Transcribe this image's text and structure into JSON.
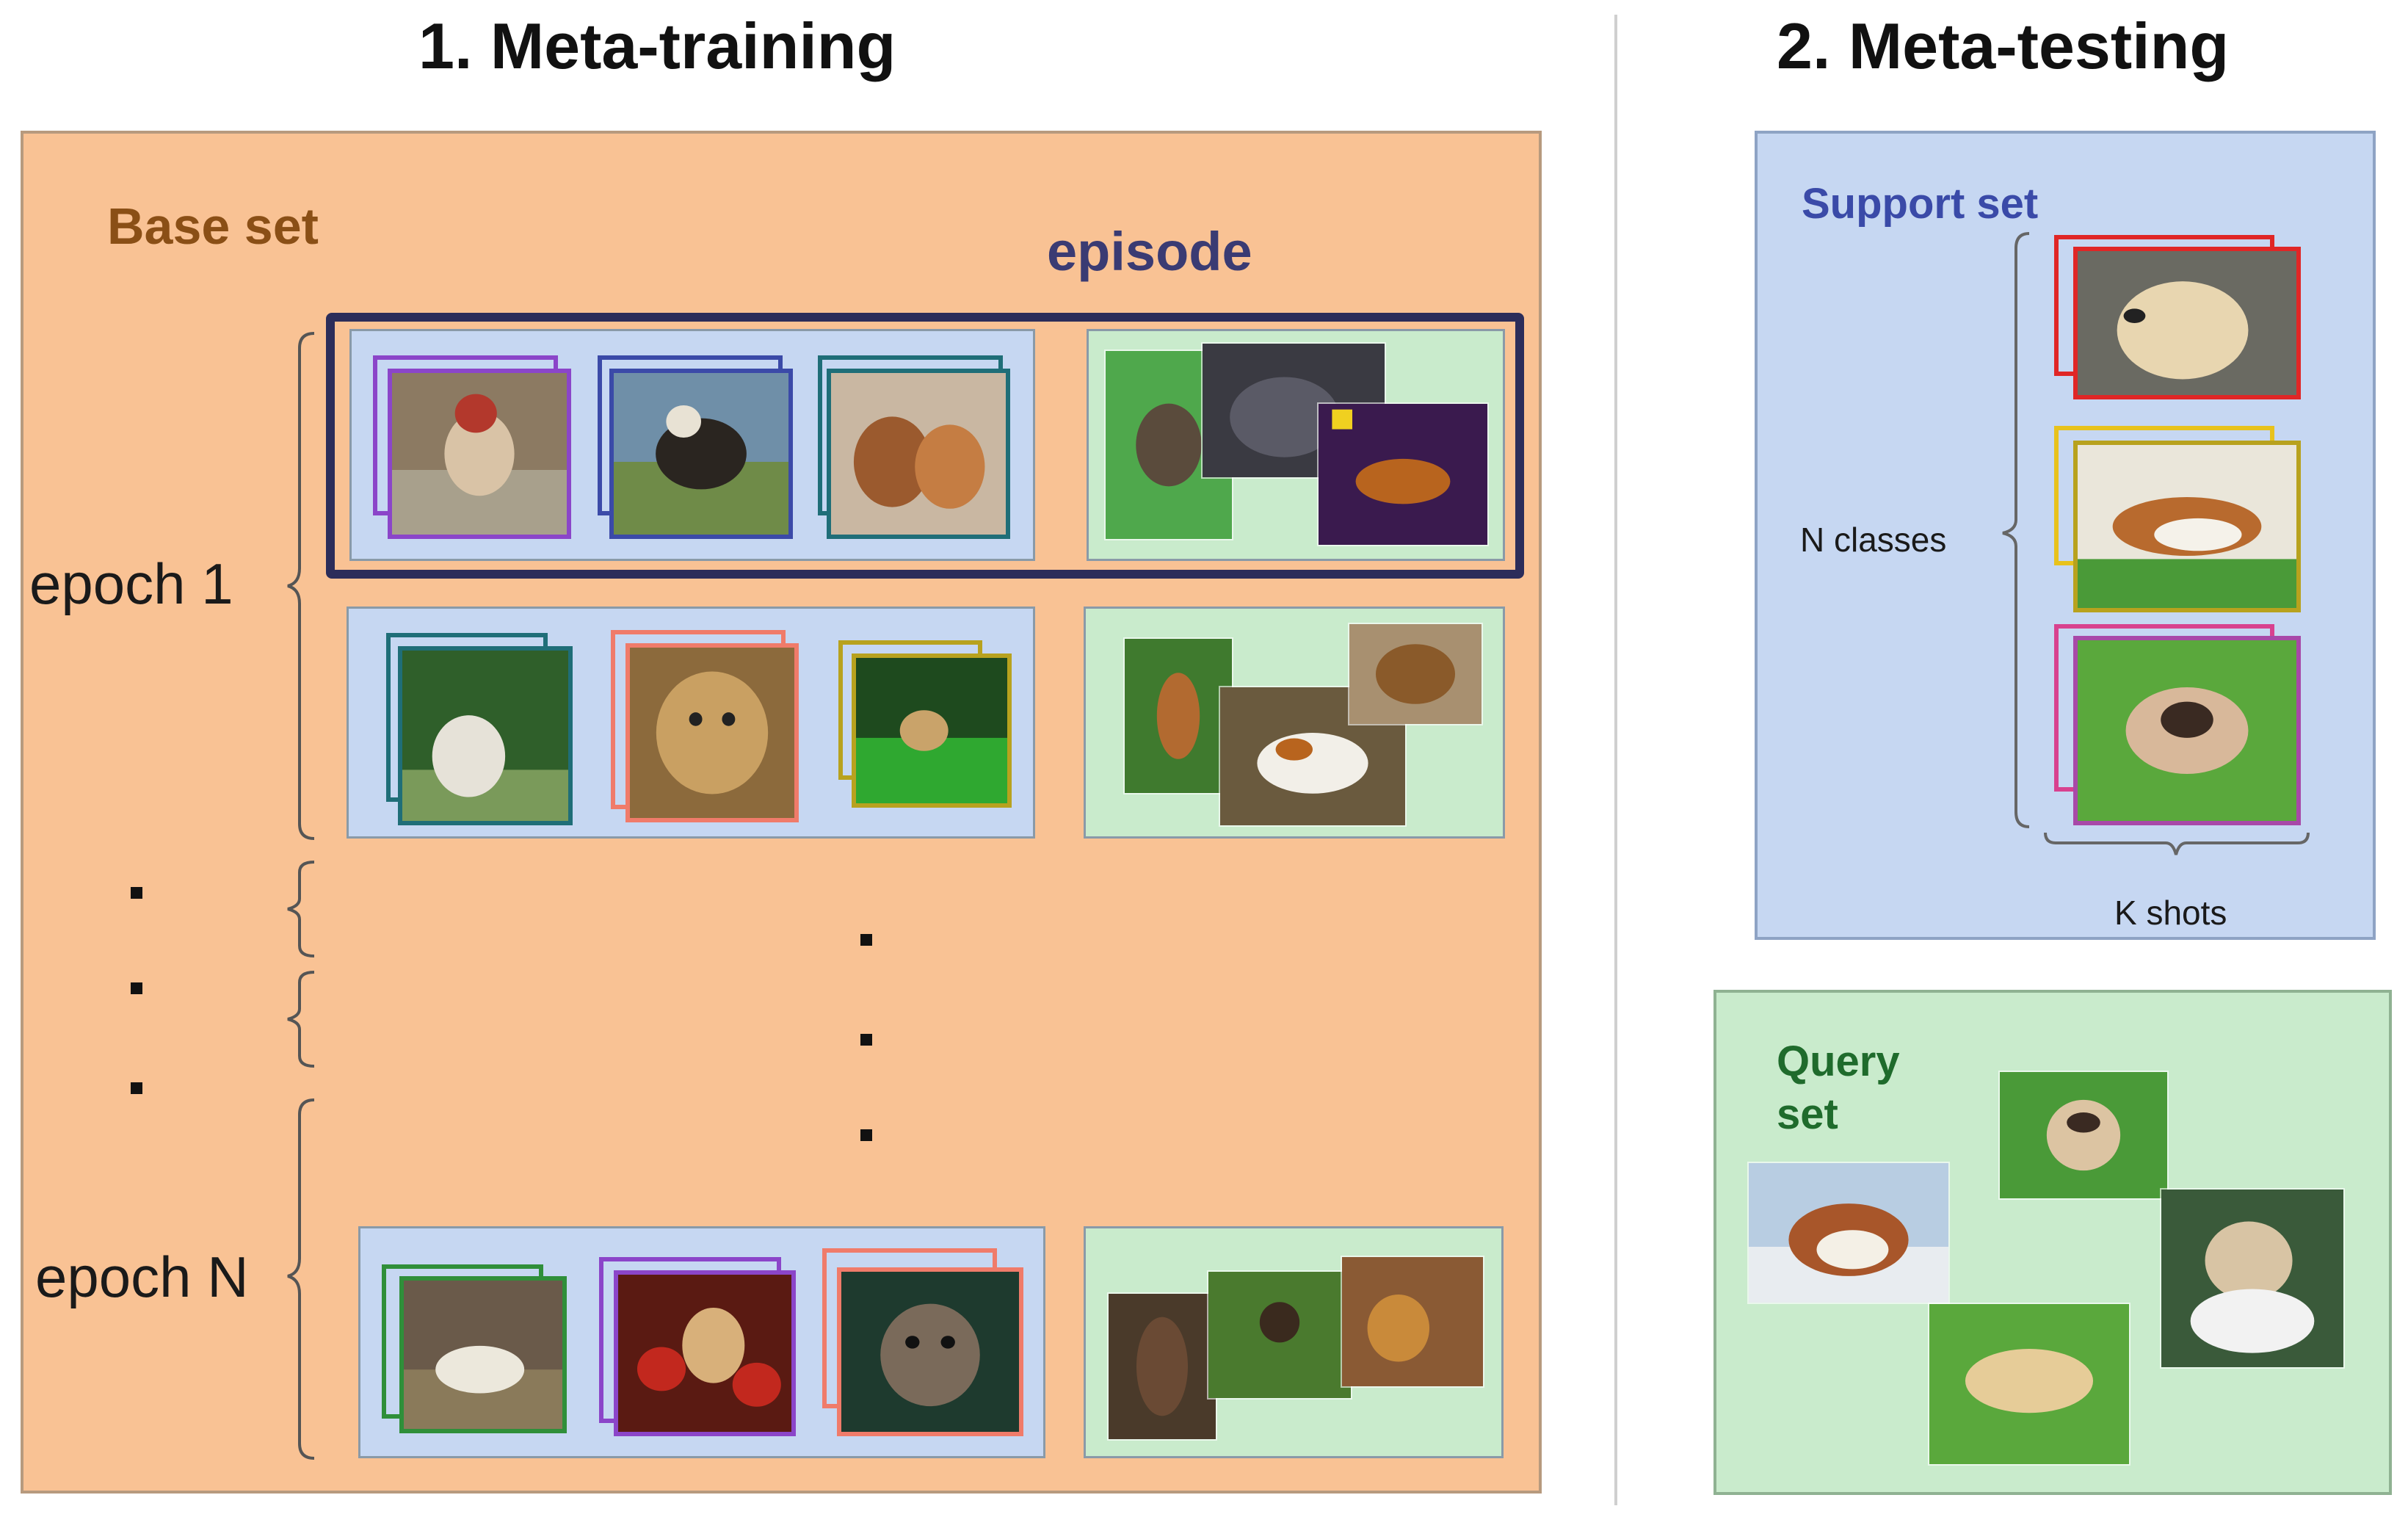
{
  "titles": {
    "training": "1. Meta-training",
    "testing": "2. Meta-testing"
  },
  "base": {
    "label": "Base set",
    "episode_label": "episode"
  },
  "epochs": {
    "first": "epoch 1",
    "last": "epoch N"
  },
  "support": {
    "label": "Support set",
    "n_classes": "N classes",
    "k_shots": "K shots"
  },
  "query": {
    "label_line1": "Query",
    "label_line2": "set"
  },
  "colors": {
    "base_bg": "#f9c294",
    "support_bg": "#c6d7f2",
    "query_bg": "#c9ebcc",
    "episode_frame": "#2c2d5a",
    "base_label": "#8a4f16",
    "episode_label": "#3a3b73",
    "support_label": "#3a4aa8",
    "query_label": "#1f6b2c",
    "card_purple": "#8b45c9",
    "card_navy": "#3b4aa8",
    "card_teal": "#1f6e78",
    "card_salmon": "#f07b6a",
    "card_olive": "#b8a21e",
    "card_green": "#2f8f3a",
    "card_red": "#e02626",
    "card_yellow": "#e8c21c",
    "card_pink": "#d8418f"
  }
}
